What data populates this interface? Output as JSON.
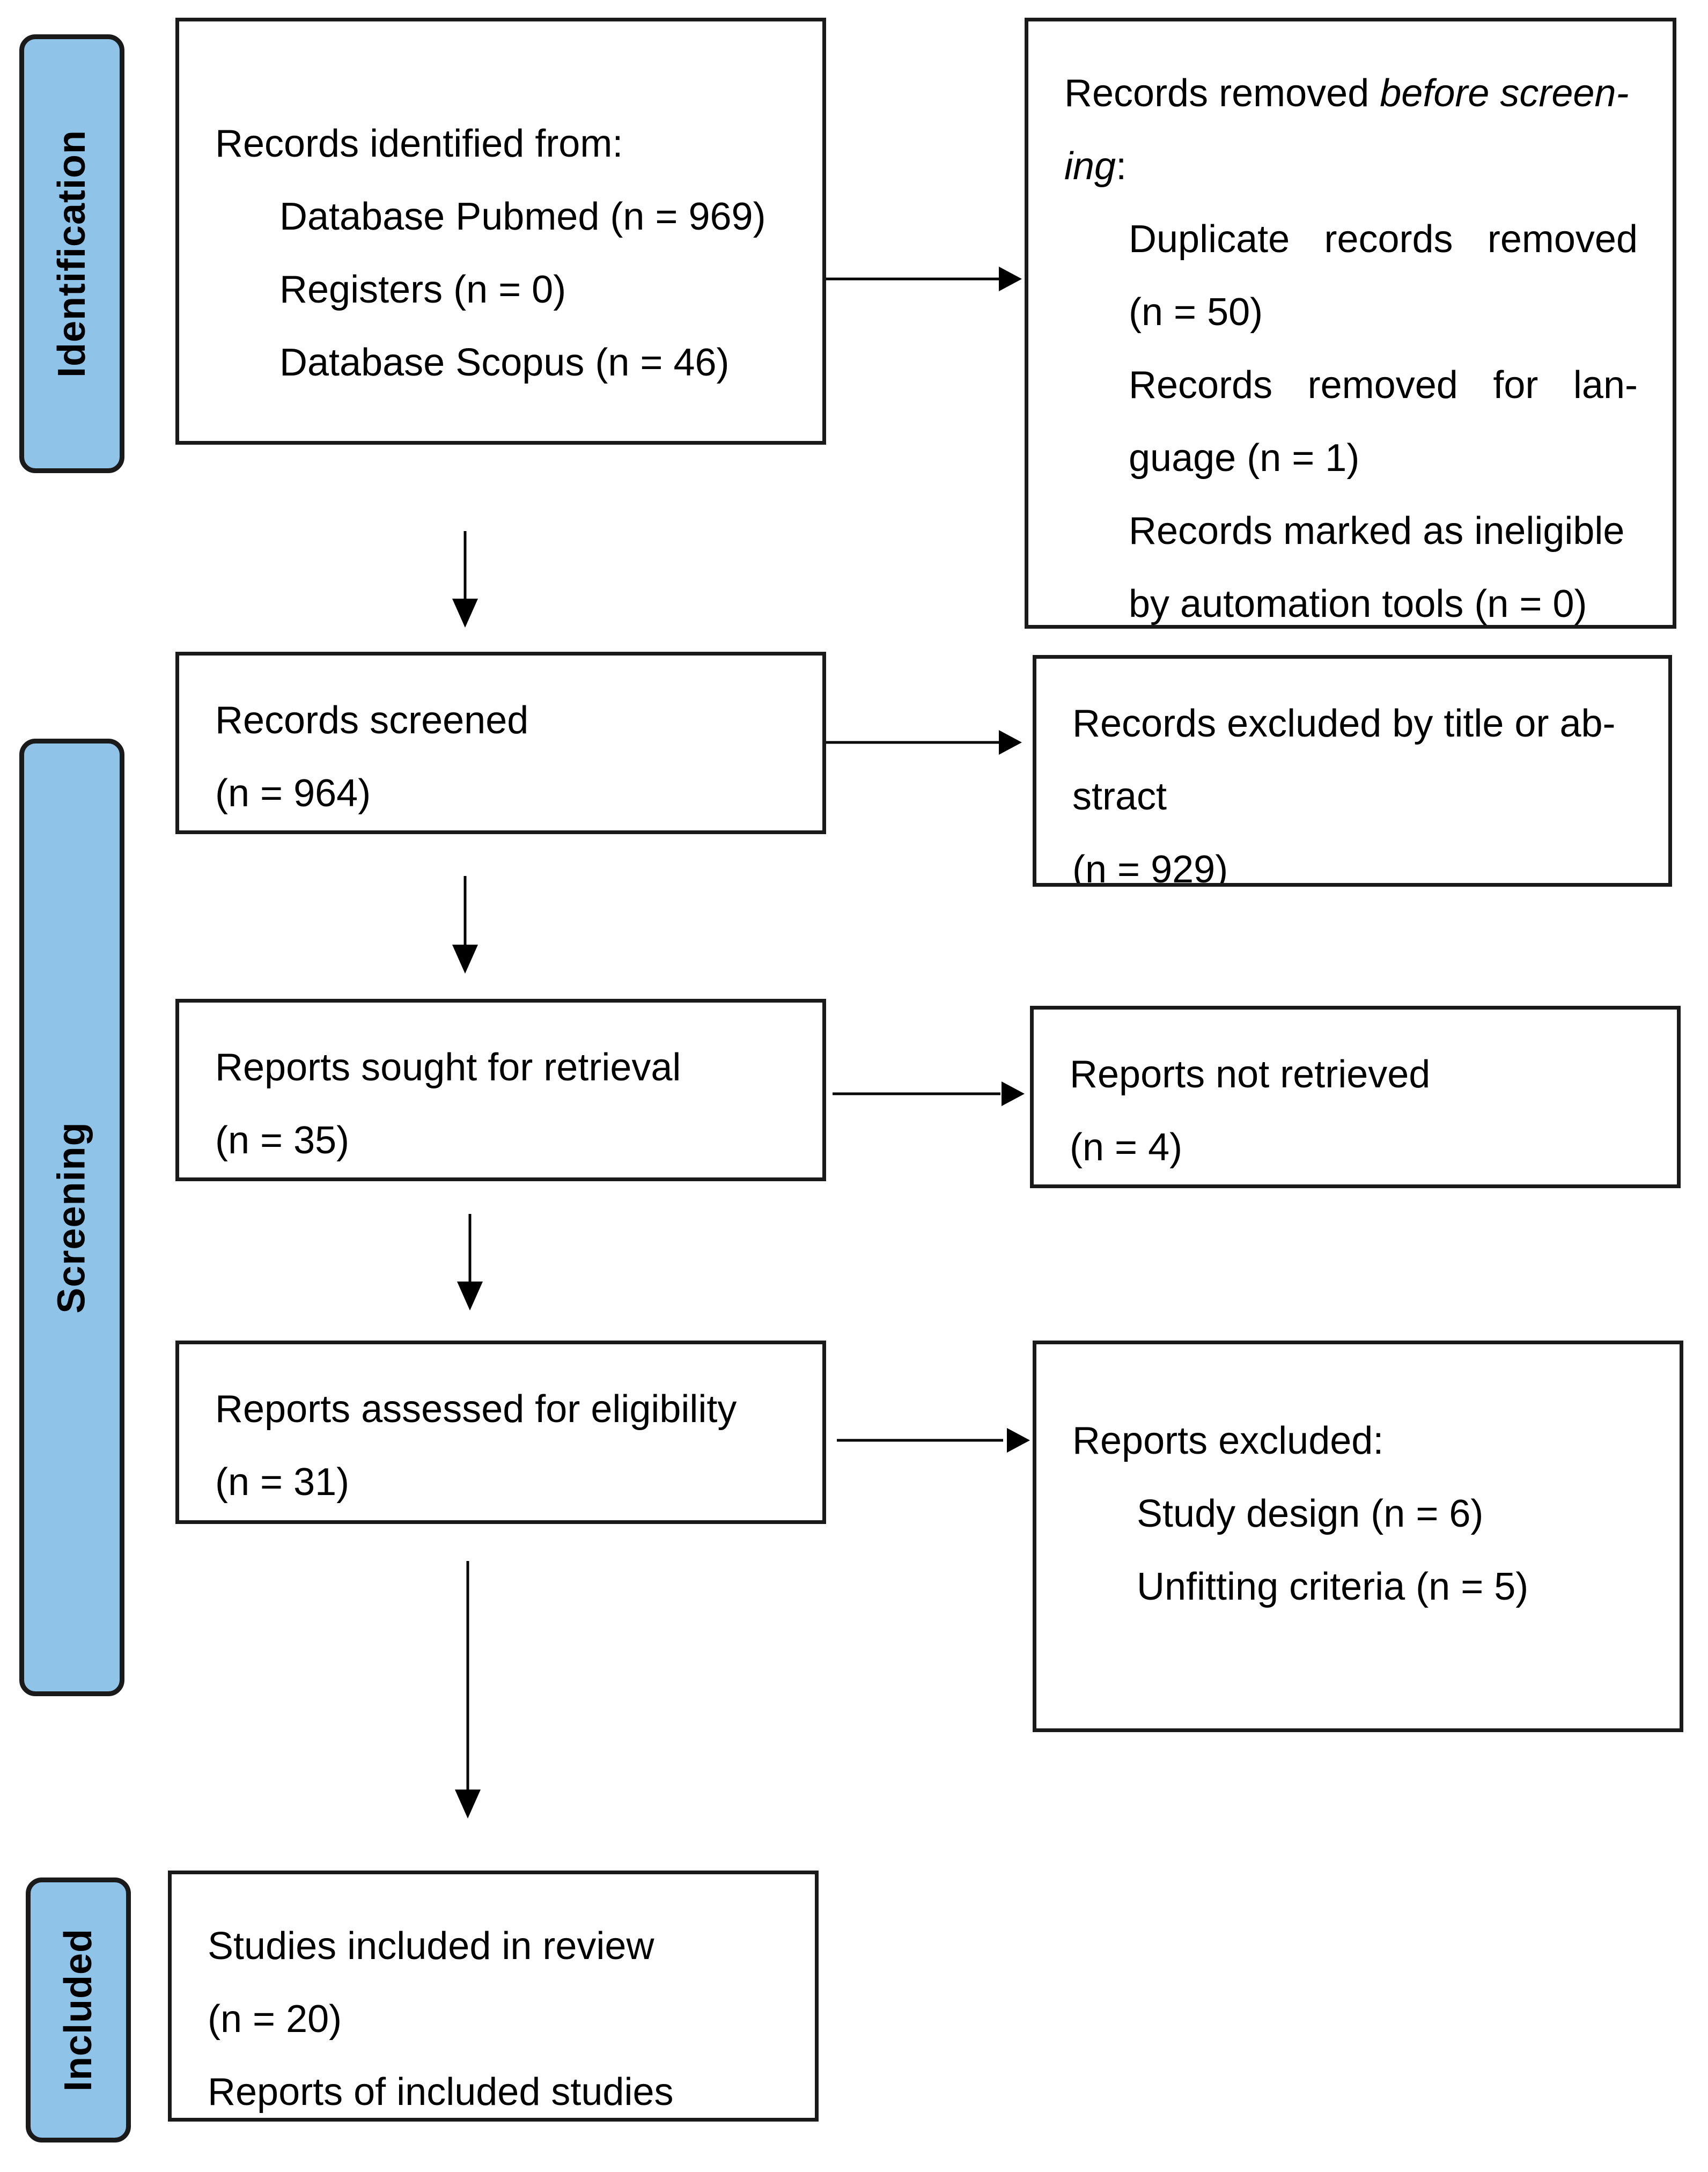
{
  "colors": {
    "phase_fill": "#8fc3e8",
    "border": "#1a1a1a",
    "arrow": "#000000"
  },
  "phases": {
    "identification": "Identification",
    "screening": "Screening",
    "included": "Included"
  },
  "identified": {
    "title": "Records identified from:",
    "pubmed": "Database Pubmed (n = 969)",
    "registers": "Registers (n = 0)",
    "scopus": "Database Scopus (n = 46)"
  },
  "removed": {
    "title_prefix": "Records removed ",
    "title_italic": "before screen-",
    "title_italic2": "ing",
    "title_suffix": ":",
    "dup_words": [
      "Duplicate",
      "records",
      "removed"
    ],
    "dup_n": "(n = 50)",
    "lang_words": [
      "Records",
      "removed",
      "for",
      "lan-"
    ],
    "lang_n": "guage (n = 1)",
    "auto1": "Records marked as ineligible",
    "auto2": "by automation tools (n = 0)"
  },
  "screened": {
    "title": "Records screened",
    "n": "(n = 964)"
  },
  "excluded_title": {
    "line1": "Records excluded by title or ab-",
    "line2": "stract",
    "n": "(n = 929)"
  },
  "sought": {
    "title": "Reports sought for retrieval",
    "n": "(n = 35)"
  },
  "not_retrieved": {
    "title": "Reports not retrieved",
    "n": "(n = 4)"
  },
  "assessed": {
    "title": "Reports assessed for eligibility",
    "n": "(n = 31)"
  },
  "reports_excluded": {
    "title": "Reports excluded:",
    "design": "Study design (n = 6)",
    "criteria": "Unfitting criteria (n = 5)"
  },
  "included": {
    "title": "Studies included in review",
    "n": "(n = 20)",
    "reports": "Reports of included studies"
  }
}
